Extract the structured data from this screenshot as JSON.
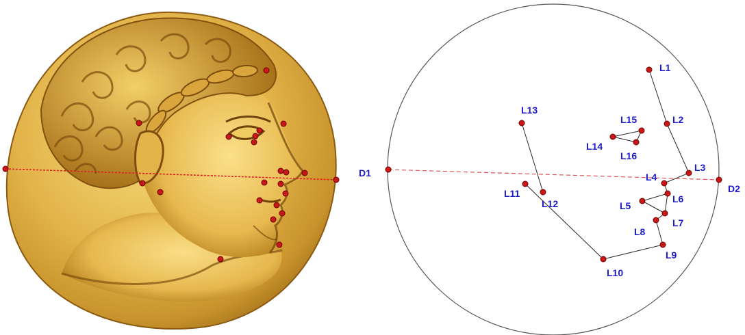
{
  "colors": {
    "label": "#1a1acc",
    "point": "#c81818",
    "point_outline": "#6e0000",
    "connector": "#2a2a2a",
    "circle": "#555555",
    "dashed_line": "#e05050",
    "coin_light": "#f6d873",
    "coin_mid": "#dcae3f",
    "coin_dark": "#8a5a12"
  },
  "coin_photo": {
    "landmark_points": 23,
    "has_dotted_axis": true
  },
  "diagram": {
    "axis_points": [
      {
        "id": "d1",
        "label": "D1"
      },
      {
        "id": "d2",
        "label": "D2"
      }
    ],
    "landmarks": [
      {
        "id": "l1",
        "label": "L1"
      },
      {
        "id": "l2",
        "label": "L2"
      },
      {
        "id": "l3",
        "label": "L3"
      },
      {
        "id": "l4",
        "label": "L4"
      },
      {
        "id": "l5",
        "label": "L5"
      },
      {
        "id": "l6",
        "label": "L6"
      },
      {
        "id": "l7",
        "label": "L7"
      },
      {
        "id": "l8",
        "label": "L8"
      },
      {
        "id": "l9",
        "label": "L9"
      },
      {
        "id": "l10",
        "label": "L10"
      },
      {
        "id": "l11",
        "label": "L11"
      },
      {
        "id": "l12",
        "label": "L12"
      },
      {
        "id": "l13",
        "label": "L13"
      },
      {
        "id": "l14",
        "label": "L14"
      },
      {
        "id": "l15",
        "label": "L15"
      },
      {
        "id": "l16",
        "label": "L16"
      }
    ],
    "connections": [
      [
        "l1",
        "l2"
      ],
      [
        "l2",
        "l3"
      ],
      [
        "l3",
        "l4"
      ],
      [
        "l4",
        "l6"
      ],
      [
        "l6",
        "l5"
      ],
      [
        "l5",
        "l7"
      ],
      [
        "l6",
        "l7"
      ],
      [
        "l7",
        "l8"
      ],
      [
        "l8",
        "l9"
      ],
      [
        "l9",
        "l10"
      ],
      [
        "l10",
        "l11"
      ],
      [
        "l12",
        "l13"
      ],
      [
        "l14",
        "l15"
      ],
      [
        "l15",
        "l16"
      ],
      [
        "l16",
        "l14"
      ]
    ]
  }
}
